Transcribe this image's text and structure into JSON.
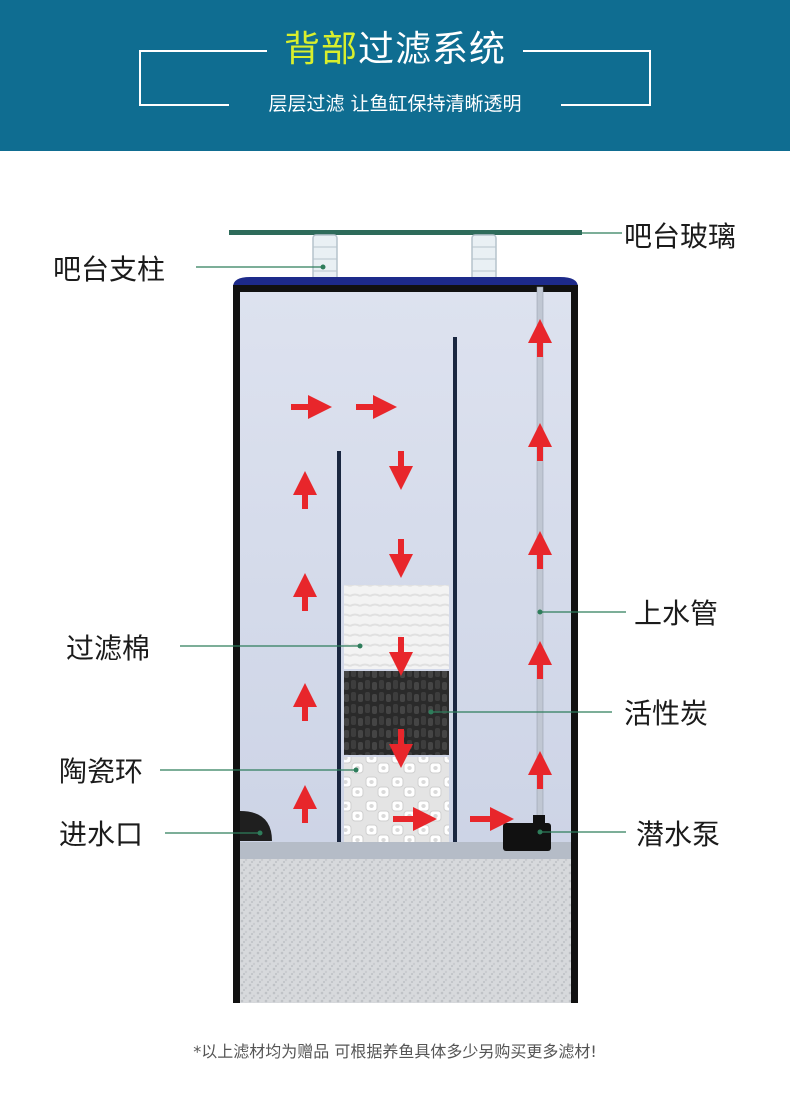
{
  "header": {
    "title_highlight": "背部",
    "title_rest": "过滤系统",
    "subtitle": "层层过滤 让鱼缸保持清晰透明"
  },
  "labels": {
    "bar_pillar": "吧台支柱",
    "bar_glass": "吧台玻璃",
    "filter_cotton": "过滤棉",
    "ceramic_ring": "陶瓷环",
    "water_inlet": "进水口",
    "water_pipe": "上水管",
    "activated_carbon": "活性炭",
    "submersible_pump": "潜水泵"
  },
  "footnote": "*以上滤材均为赠品 可根据养鱼具体多少另购买更多滤材!",
  "colors": {
    "header_bg": "#0f6d91",
    "title_highlight": "#d8ef2d",
    "arrow": "#e8262b",
    "tank_frame": "#111111",
    "water": "#cfd6e8",
    "leader_line": "#2e7d5b"
  }
}
